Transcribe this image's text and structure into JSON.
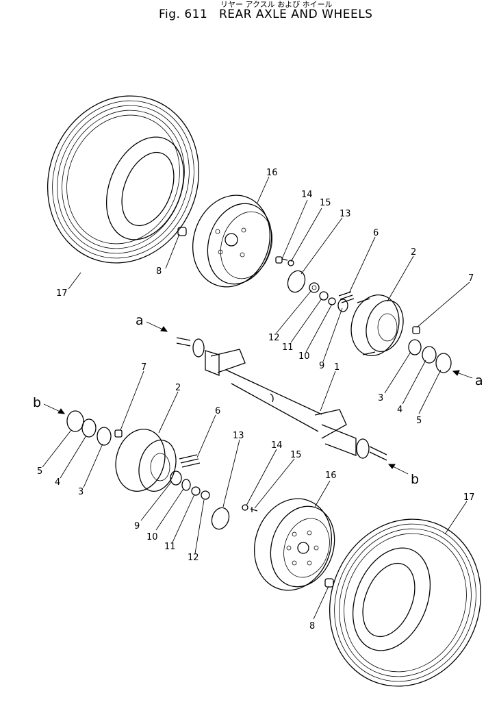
{
  "header": {
    "title_jp": "リヤー アクスル および ホイール",
    "fig_number": "Fig. 611",
    "title": "REAR AXLE AND WHEELS"
  },
  "callouts": {
    "upper": {
      "p17": "17",
      "p16": "16",
      "p8": "8",
      "p14": "14",
      "p15": "15",
      "p13": "13",
      "p6": "6",
      "p2": "2",
      "p7": "7",
      "p12": "12",
      "p11": "11",
      "p10": "10",
      "p9": "9",
      "p3": "3",
      "p4": "4",
      "p5": "5"
    },
    "axle": {
      "p1": "1"
    },
    "lower": {
      "p7": "7",
      "p2": "2",
      "p6": "6",
      "p5": "5",
      "p4": "4",
      "p3": "3",
      "p13": "13",
      "p14": "14",
      "p15": "15",
      "p16": "16",
      "p17": "17",
      "p9": "9",
      "p10": "10",
      "p11": "11",
      "p12": "12",
      "p8": "8"
    }
  },
  "arrows": {
    "a_left": "a",
    "a_right": "a",
    "b_left": "b",
    "b_right": "b"
  }
}
